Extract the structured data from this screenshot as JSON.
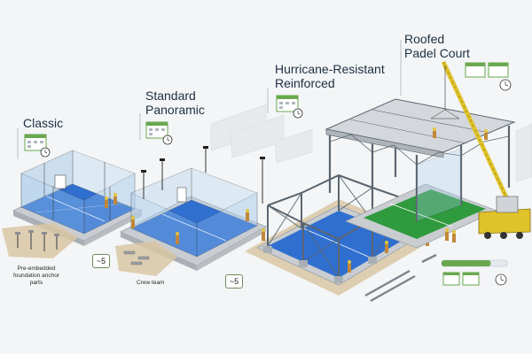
{
  "stages": [
    {
      "title_line1": "Classic",
      "title_line2": ""
    },
    {
      "title_line1": "Standard",
      "title_line2": "Panoramic"
    },
    {
      "title_line1": "Hurricane-Resistant",
      "title_line2": "Reinforced"
    },
    {
      "title_line1": "Roofed",
      "title_line2": "Padel Court"
    }
  ],
  "annotations": {
    "anchor_parts_line1": "Pre-embedded",
    "anchor_parts_line2": "foundation anchor",
    "anchor_parts_line3": "parts",
    "crew_team": "Crew team",
    "badge_1": "~5",
    "badge_2": "~5"
  },
  "progress_bar_fill_fraction": 0.75,
  "colors": {
    "court_blue": "#2f6fd0",
    "court_green": "#2f9a3e",
    "steel": "#5c6670",
    "accent_green": "#6aa84f",
    "ground": "#d9c7a4",
    "concrete": "#c9cdd1",
    "crane_yellow": "#e0c22a",
    "text_navy": "#1f2f42"
  },
  "icons": [
    "calendar-clock-icon",
    "calendar-icon",
    "clock-icon",
    "progress-bar-icon"
  ]
}
